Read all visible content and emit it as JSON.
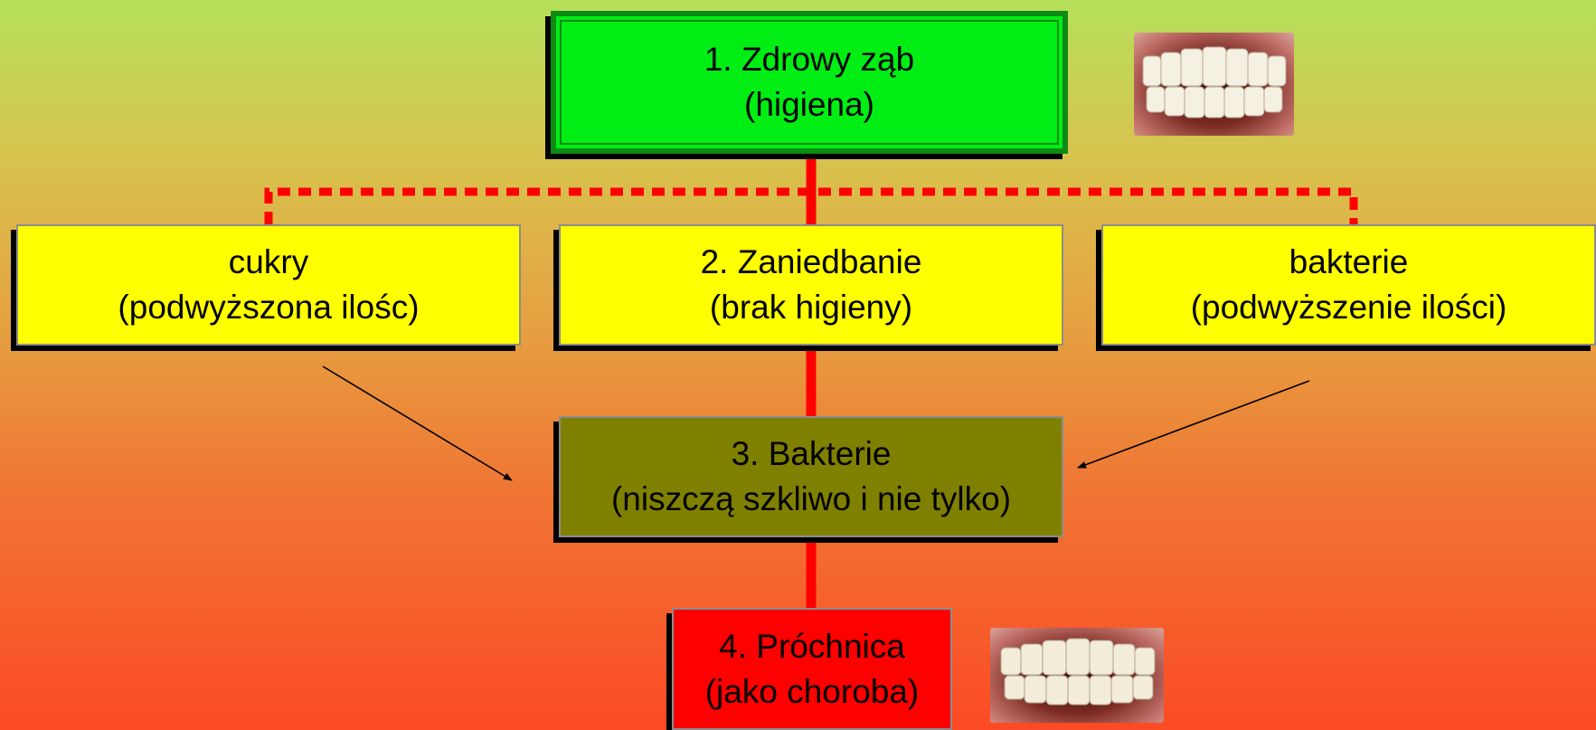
{
  "diagram": {
    "top": {
      "line1": "1. Zdrowy ząb",
      "line2": "(higiena)"
    },
    "left": {
      "line1": "cukry",
      "line2": "(podwyższona ilośc)"
    },
    "middle": {
      "line1": "2. Zaniedbanie",
      "line2": "(brak higieny)"
    },
    "right": {
      "line1": "bakterie",
      "line2": "(podwyższenie ilości)"
    },
    "bacteria": {
      "line1": "3. Bakterie",
      "line2": "(niszczą szkliwo i nie tylko)"
    },
    "decay": {
      "line1": "4. Próchnica",
      "line2": "(jako choroba)"
    }
  },
  "colors": {
    "connector": "#ff0000",
    "arrow": "#000000",
    "top_box": "#00ee14",
    "cause_box": "#ffff00",
    "bacteria_box": "#808000",
    "decay_box": "#ff0000"
  },
  "images": [
    {
      "name": "healthy-teeth-photo",
      "depicts": "healthy teeth"
    },
    {
      "name": "teeth-photo",
      "depicts": "teeth"
    }
  ]
}
